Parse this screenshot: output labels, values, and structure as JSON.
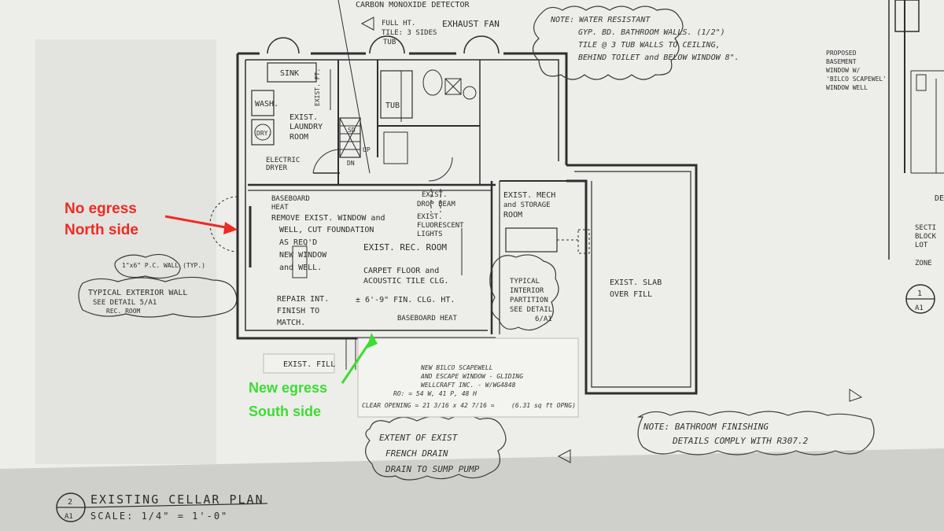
{
  "labels": {
    "co_detector": "CARBON MONOXIDE DETECTOR",
    "full_ht_tile_1": "FULL HT.",
    "full_ht_tile_2": "TILE: 3 SIDES",
    "full_ht_tile_3": "TUB",
    "exhaust_fan": "EXHAUST FAN",
    "sink": "SINK",
    "wash": "WASH.",
    "dry": "DRY.",
    "exist_laundry_1": "EXIST.",
    "exist_laundry_2": "LAUNDRY",
    "exist_laundry_3": "ROOM",
    "electric_dryer_1": "ELECTRIC",
    "electric_dryer_2": "DRYER",
    "tub": "TUB",
    "sd": "SD",
    "up": "UP",
    "dn": "DN",
    "baseboard_heat_top_1": "BASEBOARD",
    "baseboard_heat_top_2": "HEAT",
    "remove_1": "REMOVE EXIST. WINDOW and",
    "remove_2": "WELL, CUT FOUNDATION",
    "remove_3": "AS REQ'D",
    "remove_4": "NEW WINDOW",
    "remove_5": "and WELL.",
    "exist_rec_room": "EXIST. REC. ROOM",
    "carpet_1": "CARPET FLOOR and",
    "carpet_2": "ACOUSTIC TILE CLG.",
    "clg_ht": "± 6'-9\" FIN. CLG. HT.",
    "repair_1": "REPAIR INT.",
    "repair_2": "FINISH TO",
    "repair_3": "MATCH.",
    "baseboard_heat_bottom": "BASEBOARD HEAT",
    "drop_beam_1": "EXIST.",
    "drop_beam_2": "DROP BEAM",
    "fluorescent_1": "EXIST.",
    "fluorescent_2": "FLUORESCENT",
    "fluorescent_3": "LIGHTS",
    "mech_1": "EXIST. MECH",
    "mech_2": "and STORAGE",
    "mech_3": "ROOM",
    "typ_int_1": "TYPICAL",
    "typ_int_2": "INTERIOR",
    "typ_int_3": "PARTITION",
    "typ_int_4": "SEE DETAIL",
    "typ_int_5": "6/A1",
    "slab_1": "EXIST. SLAB",
    "slab_2": "OVER FILL",
    "exist_fill": "EXIST. FILL",
    "exist_ft": "EXIST. FT.",
    "typ_ext_wall_note": "1\"x6\" P.C. WALL (TYP.)",
    "typ_ext_1": "TYPICAL EXTERIOR WALL",
    "typ_ext_2": "SEE DETAIL 5/A1",
    "typ_ext_3": "REC. ROOM",
    "water_note_1": "NOTE: WATER RESISTANT",
    "water_note_2": "GYP. BD. BATHROOM WALLS. (1/2\")",
    "water_note_3": "TILE @ 3 TUB WALLS TO CEILING,",
    "water_note_4": "BEHIND TOILET and BELOW WINDOW 8\".",
    "basement_win_1": "PROPOSED",
    "basement_win_2": "BASEMENT",
    "basement_win_3": "WINDOW W/",
    "basement_win_4": "'BILCO SCAPEWEL'",
    "basement_win_5": "WINDOW WELL",
    "bilco_1": "NEW BILCO SCAPEWELL",
    "bilco_2": "AND ESCAPE WINDOW - GLIDING",
    "bilco_3": "WELLCRAFT INC. - W/WG4848",
    "bilco_4": "RO: = 54 W, 41 P, 48 H",
    "bilco_5": "CLEAR OPENING = 21 3/16 x 42 7/16 =",
    "bilco_6": "(6.31 sq ft OPNG)",
    "french_drain_1": "EXTENT OF EXIST",
    "french_drain_2": "FRENCH DRAIN",
    "french_drain_3": "DRAIN TO SUMP PUMP",
    "bath_note_1": "NOTE: BATHROOM FINISHING",
    "bath_note_2": "DETAILS COMPLY WITH R307.2",
    "title_num": "2",
    "title_sheet": "A1",
    "title_name": "EXISTING CELLAR PLAN",
    "title_scale": "SCALE: 1/4\" = 1'-0\"",
    "section_num": "1",
    "section_sheet": "A1",
    "edge_1": "SECTI",
    "edge_2": "BLOCK",
    "edge_3": "LOT",
    "edge_4": "ZONE",
    "edge_5": "DE"
  },
  "annotations": {
    "north_1": "No egress",
    "north_2": "North side",
    "south_1": "New egress",
    "south_2": "South side"
  },
  "colors": {
    "red_arrow": "#ee2b24",
    "green_arrow": "#3ddc33"
  }
}
